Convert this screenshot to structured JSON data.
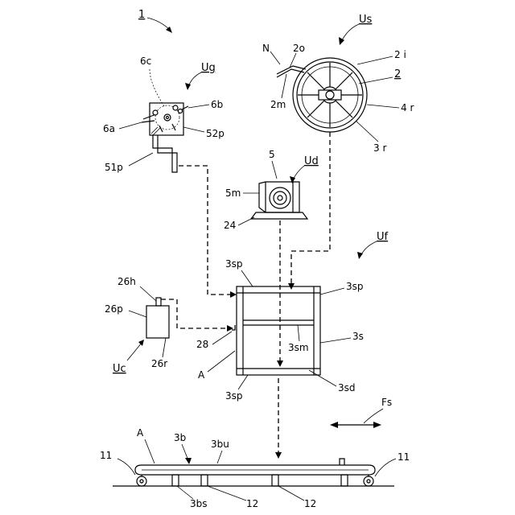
{
  "labels": {
    "fig": "1",
    "us": "Us",
    "n": "N",
    "l2o": "2o",
    "l2i": "2 i",
    "l2": "2",
    "l2m": "2m",
    "l4r": "4 r",
    "l3r": "3 r",
    "ug": "Ug",
    "l6c": "6c",
    "l6b": "6b",
    "l6a": "6a",
    "l52p": "52p",
    "l51p": "51p",
    "l5": "5",
    "ud": "Ud",
    "l5m": "5m",
    "l24": "24",
    "uf": "Uf",
    "l3sp_tl": "3sp",
    "l3sp_r": "3sp",
    "l3s": "3s",
    "l3sm": "3sm",
    "l3sd": "3sd",
    "l3sp_b": "3sp",
    "lA1": "A",
    "l28": "28",
    "l26h": "26h",
    "l26p": "26p",
    "l26r": "26r",
    "uc": "Uc",
    "fs": "Fs",
    "lA2": "A",
    "l3b": "3b",
    "l3bu": "3bu",
    "l11a": "11",
    "l11b": "11",
    "l3bs": "3bs",
    "l12a": "12",
    "l12b": "12"
  }
}
